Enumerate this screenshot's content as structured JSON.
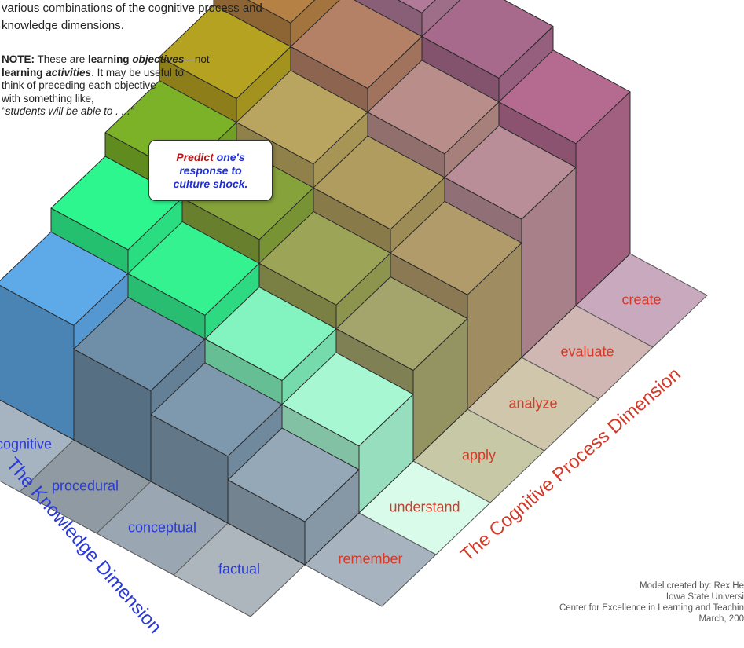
{
  "intro": {
    "line1": "various combinations of the cognitive process and",
    "line2": "knowledge dimensions."
  },
  "note": {
    "label": "NOTE:",
    "t1": " These are ",
    "b1": "learning ",
    "bi1": "objectives",
    "t2": "—not",
    "b2": "learning ",
    "bi2": "activities",
    "t3": ". It may be useful to",
    "line3": "think of preceding each objective",
    "line4": "with something like,",
    "quote": "\"students will be able to . . .\""
  },
  "callout": {
    "verb": "Predict",
    "rest": " one's",
    "line2": "response to",
    "line3": "culture shock."
  },
  "knowledge_dimension": {
    "title": "The Knowledge Dimension",
    "levels": [
      "factual",
      "conceptual",
      "procedural",
      "metacognitive"
    ]
  },
  "cognitive_dimension": {
    "title": "The Cognitive Process Dimension",
    "levels": [
      "remember",
      "understand",
      "apply",
      "analyze",
      "evaluate",
      "create"
    ]
  },
  "credit": {
    "line1": "Model created by: Rex He",
    "line2": "Iowa State Universi",
    "line3": "Center for Excellence in Learning and Teachin",
    "line4": "March, 200"
  },
  "colors": {
    "knowledge_label": "#2a3ad6",
    "cognitive_label": "#d23a2a"
  }
}
